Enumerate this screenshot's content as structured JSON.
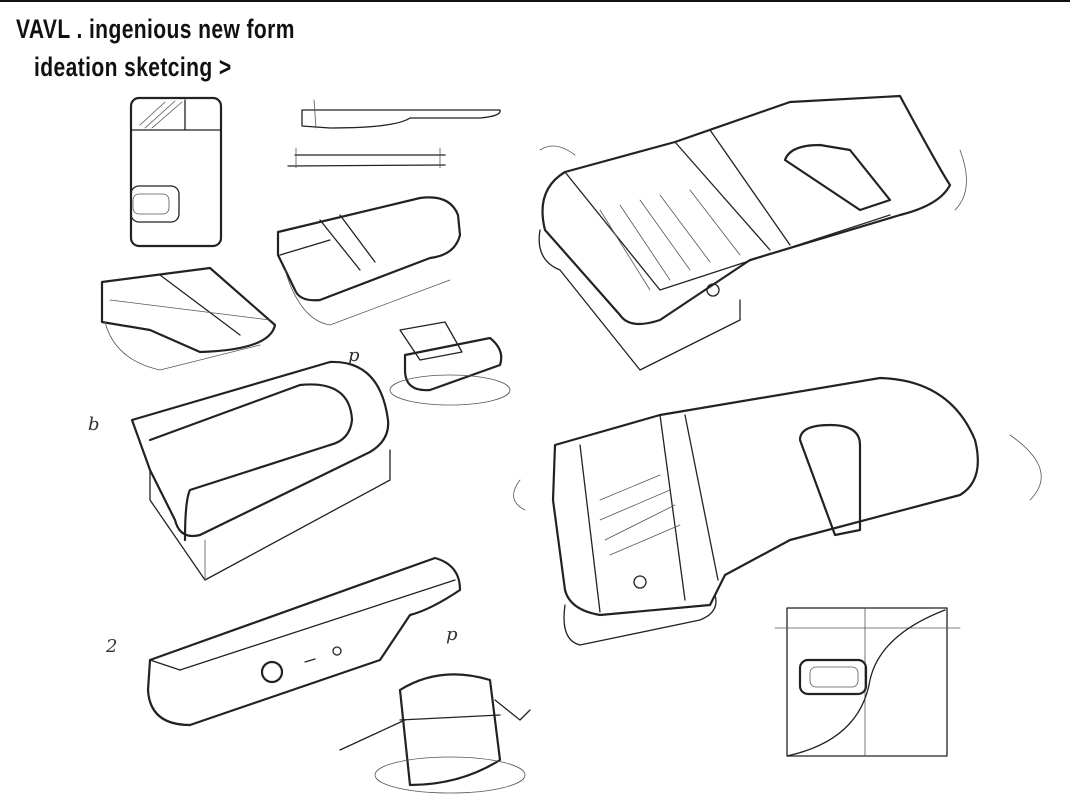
{
  "title": {
    "line1": "VAVL . ingenious new form",
    "line2": "ideation sketcing >"
  },
  "annotations": {
    "a1": "p",
    "a2": "2",
    "a3": "p",
    "a4": "b"
  }
}
